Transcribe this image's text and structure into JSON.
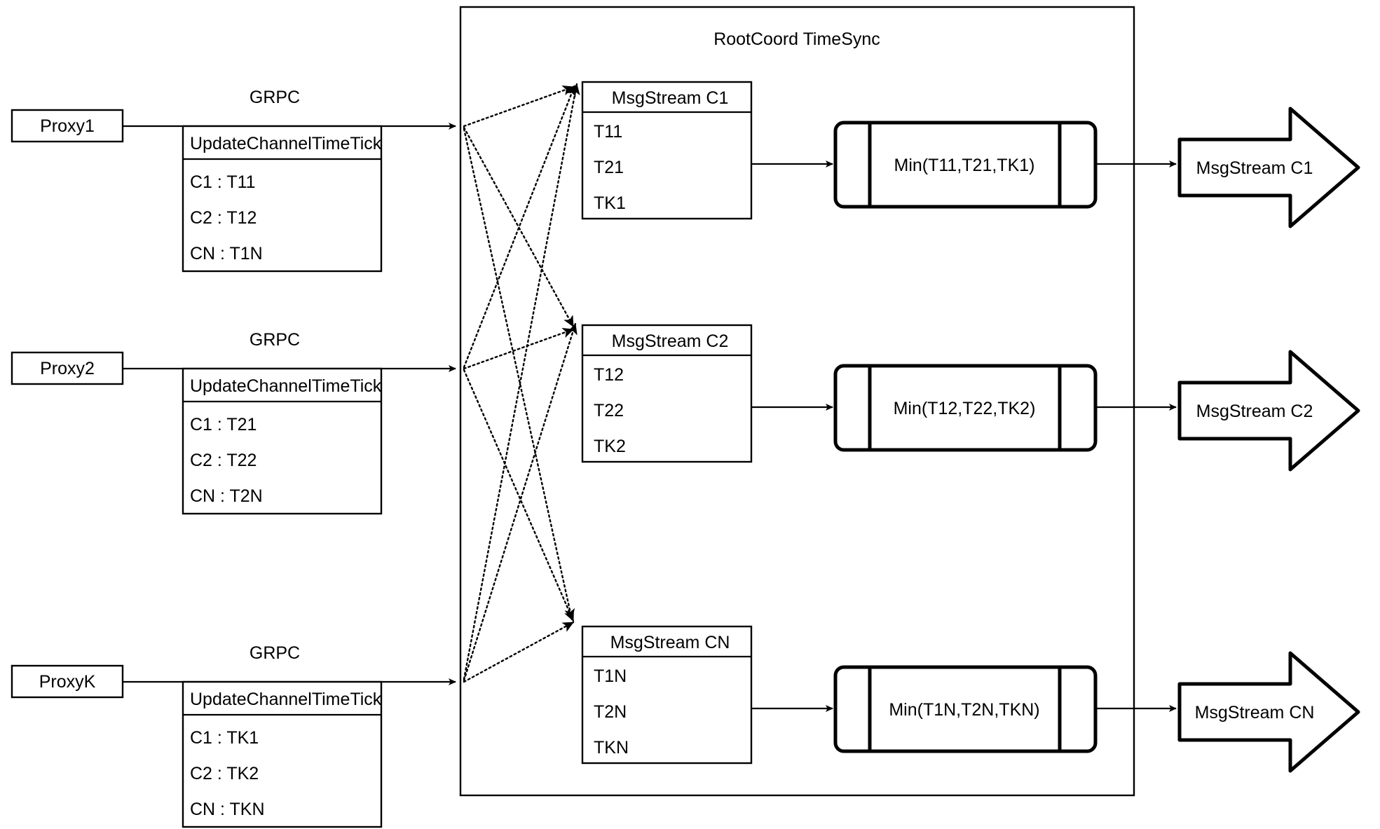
{
  "diagram": {
    "title": "RootCoord TimeSync",
    "container_label": "RootCoord TimeSync",
    "background_color": "#ffffff",
    "line_color": "#000000",
    "proxies": [
      {
        "name": "Proxy1",
        "link_label": "GRPC",
        "message_header": "UpdateChannelTimeTick",
        "rows": [
          "C1 :  T11",
          "C2 :  T12",
          "CN : T1N"
        ]
      },
      {
        "name": "Proxy2",
        "link_label": "GRPC",
        "message_header": "UpdateChannelTimeTick",
        "rows": [
          "C1 :  T21",
          "C2 :  T22",
          "CN : T2N"
        ]
      },
      {
        "name": "ProxyK",
        "link_label": "GRPC",
        "message_header": "UpdateChannelTimeTick",
        "rows": [
          "C1 :  TK1",
          "C2 :  TK2",
          "CN : TKN"
        ]
      }
    ],
    "channels": [
      {
        "stream_header": "MsgStream C1",
        "stream_rows": [
          "T11",
          "T21",
          "TK1"
        ],
        "min_label": "Min(T11,T21,TK1)",
        "output_label": "MsgStream C1"
      },
      {
        "stream_header": "MsgStream C2",
        "stream_rows": [
          "T12",
          "T22",
          "TK2"
        ],
        "min_label": "Min(T12,T22,TK2)",
        "output_label": "MsgStream C2"
      },
      {
        "stream_header": "MsgStream CN",
        "stream_rows": [
          "T1N",
          "T2N",
          "TKN"
        ],
        "min_label": "Min(T1N,T2N,TKN)",
        "output_label": "MsgStream CN"
      }
    ]
  }
}
